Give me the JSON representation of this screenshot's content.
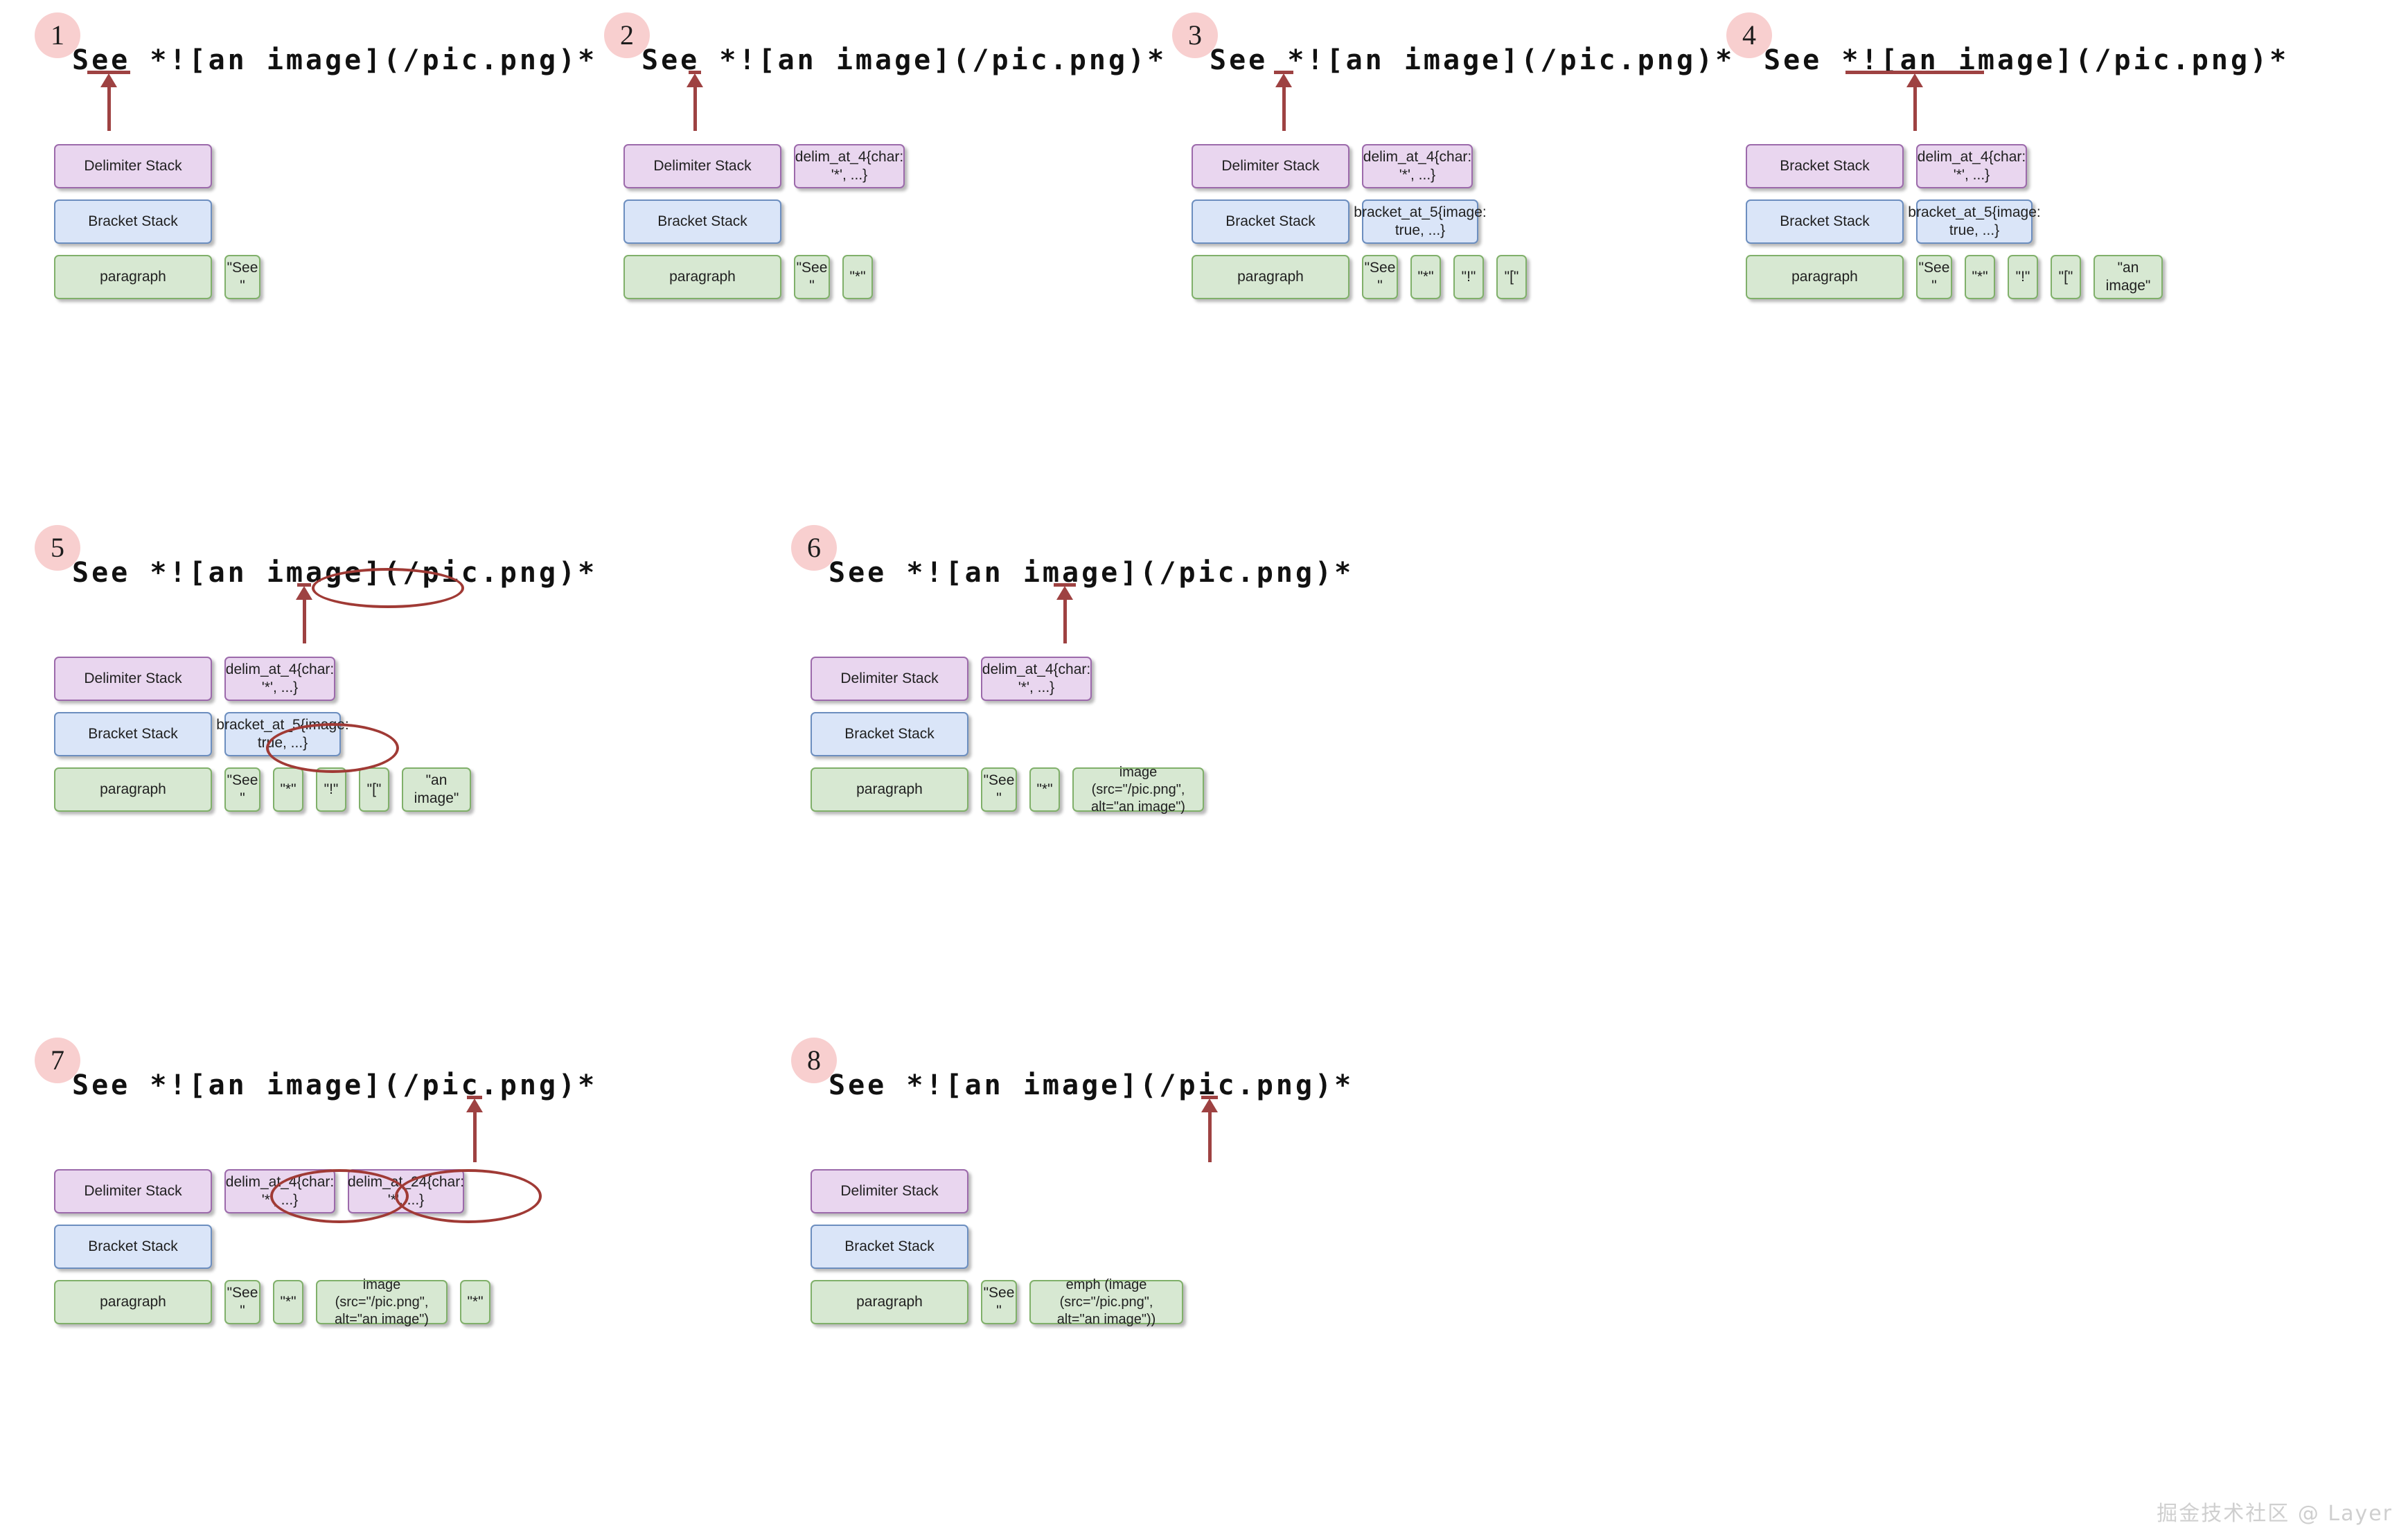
{
  "meta": {
    "watermark": "掘金技术社区 @ Layer",
    "source_line": "See *![an image](/pic.png)*",
    "labels": {
      "delimiter_stack": "Delimiter Stack",
      "bracket_stack": "Bracket Stack",
      "paragraph": "paragraph"
    },
    "colors": {
      "badge_pink": "#f8cfcf",
      "purple_fill": "#e9d6ef",
      "purple_border": "#9c6aab",
      "blue_fill": "#dae5f8",
      "blue_border": "#6c8ebf",
      "green_fill": "#d7e8d2",
      "green_border": "#80b06a",
      "marker_red": "#9e4242",
      "ellipse_red": "#a03a35",
      "text_dark": "#1f1f1f",
      "background": "#ffffff"
    }
  },
  "panels": [
    {
      "number": "1",
      "text": "See *![an image](/pic.png)*",
      "row_delim": {
        "label": "Delimiter Stack",
        "items": []
      },
      "row_bracket": {
        "label": "Bracket Stack",
        "items": []
      },
      "row_tree": {
        "label": "paragraph",
        "items": [
          "\"See \""
        ]
      }
    },
    {
      "number": "2",
      "text": "See *![an image](/pic.png)*",
      "row_delim": {
        "label": "Delimiter Stack",
        "items": [
          "delim_at_4{char: '*', ...}"
        ]
      },
      "row_bracket": {
        "label": "Bracket Stack",
        "items": []
      },
      "row_tree": {
        "label": "paragraph",
        "items": [
          "\"See \"",
          "\"*\""
        ]
      }
    },
    {
      "number": "3",
      "text": "See *![an image](/pic.png)*",
      "row_delim": {
        "label": "Delimiter Stack",
        "items": [
          "delim_at_4{char: '*', ...}"
        ]
      },
      "row_bracket": {
        "label": "Bracket Stack",
        "items": [
          "bracket_at_5{image: true, ...}"
        ]
      },
      "row_tree": {
        "label": "paragraph",
        "items": [
          "\"See \"",
          "\"*\"",
          "\"!\"",
          "\"[\""
        ]
      }
    },
    {
      "number": "4",
      "text": "See *![an image](/pic.png)*",
      "row_delim": {
        "label": "Bracket Stack",
        "items": [
          "delim_at_4{char: '*', ...}"
        ]
      },
      "row_bracket": {
        "label": "Bracket Stack",
        "items": [
          "bracket_at_5{image: true, ...}"
        ]
      },
      "row_tree": {
        "label": "paragraph",
        "items": [
          "\"See \"",
          "\"*\"",
          "\"!\"",
          "\"[\"",
          "\"an image\""
        ]
      }
    },
    {
      "number": "5",
      "text": "See *![an image](/pic.png)*",
      "row_delim": {
        "label": "Delimiter Stack",
        "items": [
          "delim_at_4{char: '*', ...}"
        ]
      },
      "row_bracket": {
        "label": "Bracket Stack",
        "items": [
          "bracket_at_5{image: true, ...}"
        ]
      },
      "row_tree": {
        "label": "paragraph",
        "items": [
          "\"See \"",
          "\"*\"",
          "\"!\"",
          "\"[\"",
          "\"an image\""
        ]
      }
    },
    {
      "number": "6",
      "text": "See *![an image](/pic.png)*",
      "row_delim": {
        "label": "Delimiter Stack",
        "items": [
          "delim_at_4{char: '*', ...}"
        ]
      },
      "row_bracket": {
        "label": "Bracket Stack",
        "items": []
      },
      "row_tree": {
        "label": "paragraph",
        "items": [
          "\"See \"",
          "\"*\"",
          "image (src=\"/pic.png\", alt=\"an image\")"
        ]
      }
    },
    {
      "number": "7",
      "text": "See *![an image](/pic.png)*",
      "row_delim": {
        "label": "Delimiter Stack",
        "items": [
          "delim_at_4{char: '*', ...}",
          "delim_at_24{char: '*', ...}"
        ]
      },
      "row_bracket": {
        "label": "Bracket Stack",
        "items": []
      },
      "row_tree": {
        "label": "paragraph",
        "items": [
          "\"See \"",
          "\"*\"",
          "image (src=\"/pic.png\", alt=\"an image\")",
          "\"*\""
        ]
      }
    },
    {
      "number": "8",
      "text": "See *![an image](/pic.png)*",
      "row_delim": {
        "label": "Delimiter Stack",
        "items": []
      },
      "row_bracket": {
        "label": "Bracket Stack",
        "items": []
      },
      "row_tree": {
        "label": "paragraph",
        "items": [
          "\"See \"",
          "emph (image (src=\"/pic.png\", alt=\"an image\"))"
        ]
      }
    }
  ]
}
